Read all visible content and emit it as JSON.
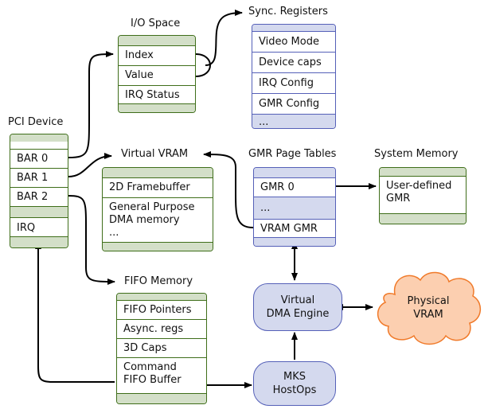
{
  "colors": {
    "green": "#3f6e1a",
    "green_fill": "#d3dfc8",
    "blue": "#5560b8",
    "blue_fill": "#d4d9ee",
    "cloud": "#fccfb0",
    "cloud_stroke": "#f07a2a"
  },
  "pci": {
    "title": "PCI Device",
    "rows": [
      "BAR 0",
      "BAR 1",
      "BAR 2",
      "IRQ"
    ]
  },
  "io": {
    "title": "I/O Space",
    "rows": [
      "Index",
      "Value",
      "IRQ Status"
    ]
  },
  "sync": {
    "title": "Sync. Registers",
    "rows": [
      "Video Mode",
      "Device caps",
      "IRQ Config",
      "GMR Config",
      "..."
    ]
  },
  "vvram": {
    "title": "Virtual VRAM",
    "rows": [
      "2D Framebuffer",
      "General Purpose",
      "DMA memory",
      "..."
    ]
  },
  "gmr": {
    "title": "GMR Page Tables",
    "rows": [
      "GMR 0",
      "...",
      "VRAM GMR"
    ]
  },
  "sysmem": {
    "title": "System Memory",
    "rows": [
      "User-defined",
      "GMR"
    ]
  },
  "fifo": {
    "title": "FIFO Memory",
    "rows": [
      "FIFO Pointers",
      "Async. regs",
      "3D Caps",
      "Command",
      "FIFO Buffer"
    ]
  },
  "dma": {
    "line1": "Virtual",
    "line2": "DMA Engine"
  },
  "mks": {
    "line1": "MKS",
    "line2": "HostOps"
  },
  "physvram": {
    "line1": "Physical",
    "line2": "VRAM"
  }
}
